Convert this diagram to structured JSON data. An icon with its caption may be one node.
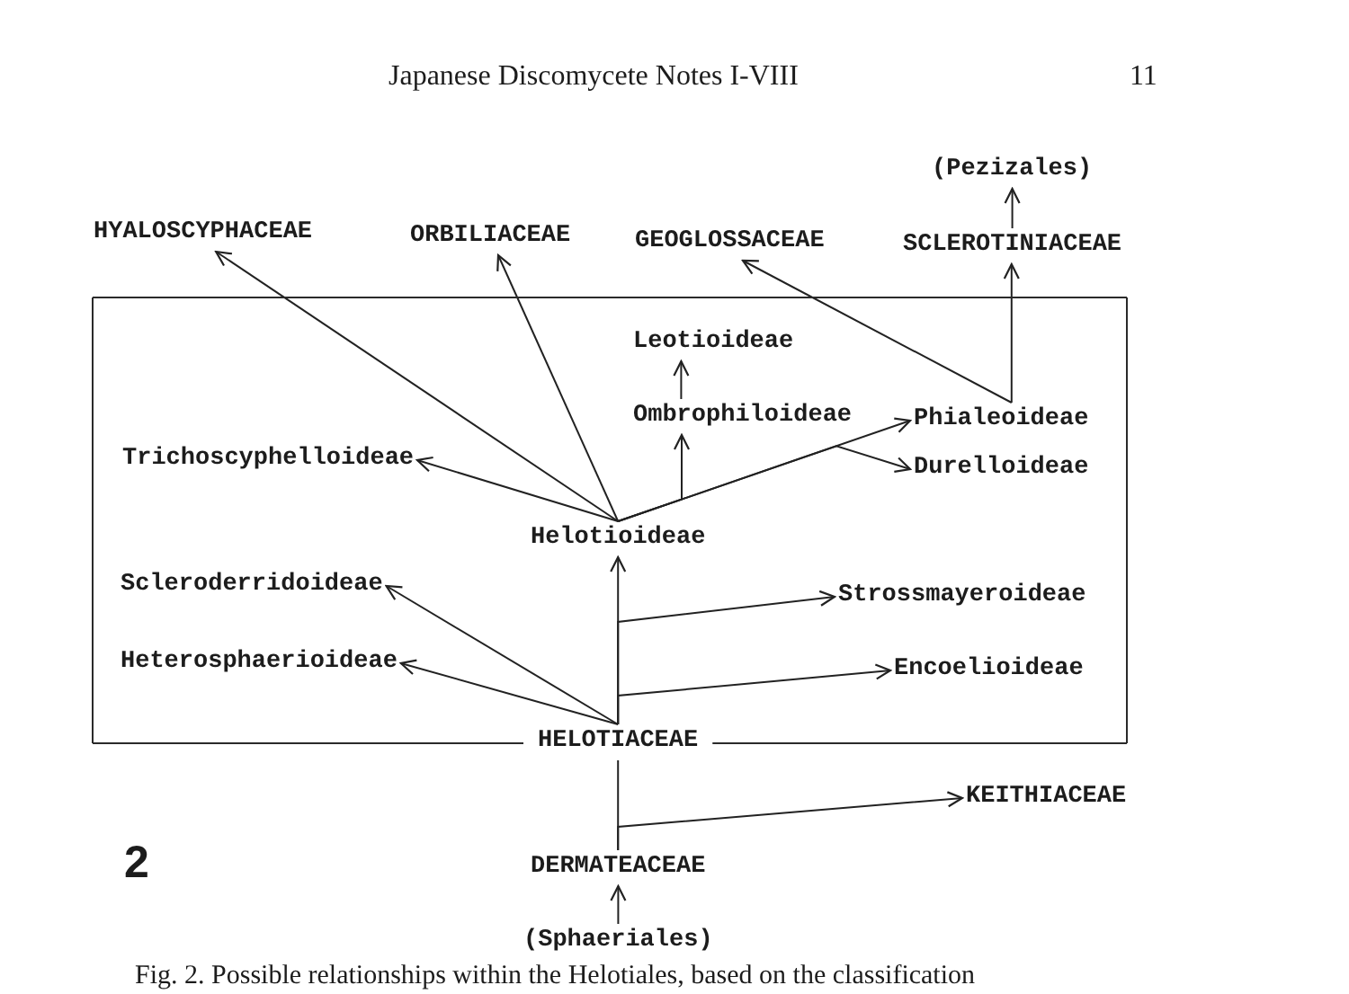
{
  "diagram": {
    "caption": "Fig. 2. Possible relationships within the Helotiales, based on the classification",
    "nodes": [
      {
        "text": [
          "(Pezizales)"
        ]
      },
      {
        "text": [
          "HYALOSCYPHACEAE"
        ]
      },
      {
        "text": [
          "ORBILIACEAE"
        ]
      },
      {
        "text": [
          "GEOGLOSSACEAE"
        ]
      },
      {
        "text": [
          "SCLEROTINIACEAE"
        ]
      },
      {
        "text": [],
        "shape": "box"
      },
      {
        "text": [
          "Leotioideae"
        ],
        "in": 5
      },
      {
        "text": [
          "Ombrophiloideae"
        ],
        "in": 5
      },
      {
        "text": [
          "Phialeoideae"
        ],
        "in": 5
      },
      {
        "text": [
          "Trichoscyphelloideae"
        ],
        "in": 5
      },
      {
        "text": [
          "Durelloideae"
        ],
        "in": 5
      },
      {
        "text": [
          "Helotioideae"
        ],
        "in": 5
      },
      {
        "text": [
          "Scleroderridoideae"
        ],
        "in": 5
      },
      {
        "text": [
          "Strossmayeroideae"
        ],
        "in": 5
      },
      {
        "text": [
          "Heterosphaerioideae"
        ],
        "in": 5
      },
      {
        "text": [
          "Encoelioideae"
        ],
        "in": 5
      },
      {
        "text": [
          "HELOTIACEAE"
        ]
      },
      {
        "text": [
          "KEITHIACEAE"
        ]
      },
      {
        "text": [
          "DERMATEACEAE"
        ]
      },
      {
        "text": [
          "(Sphaeriales)"
        ]
      }
    ],
    "edges": [
      {
        "from": 4,
        "to": 0,
        "arrow": "to"
      },
      {
        "from": 11,
        "to": 1,
        "arrow": "to"
      },
      {
        "from": 11,
        "to": 2,
        "arrow": "to"
      },
      {
        "from": 8,
        "to": 3,
        "arrow": "to"
      },
      {
        "from": 8,
        "to": 4,
        "arrow": "to"
      },
      {
        "from": 7,
        "to": 6,
        "arrow": "to"
      },
      {
        "from": 11,
        "to": 7,
        "arrow": "to"
      },
      {
        "from": 11,
        "to": 8,
        "arrow": "to"
      },
      {
        "from": 11,
        "to": 9,
        "arrow": "to"
      },
      {
        "from": 11,
        "to": 10,
        "arrow": "to"
      },
      {
        "from": 16,
        "to": 11,
        "arrow": "to"
      },
      {
        "from": 16,
        "to": 12,
        "arrow": "to"
      },
      {
        "from": 16,
        "to": 13,
        "arrow": "to"
      },
      {
        "from": 16,
        "to": 14,
        "arrow": "to"
      },
      {
        "from": 16,
        "to": 15,
        "arrow": "to"
      },
      {
        "from": 18,
        "to": 16,
        "arrow": "none"
      },
      {
        "from": 18,
        "to": 17,
        "arrow": "to"
      },
      {
        "from": 19,
        "to": 18,
        "arrow": "to"
      }
    ],
    "labels": [
      "Japanese Discomycete Notes I-VIII",
      "11",
      "2"
    ]
  }
}
